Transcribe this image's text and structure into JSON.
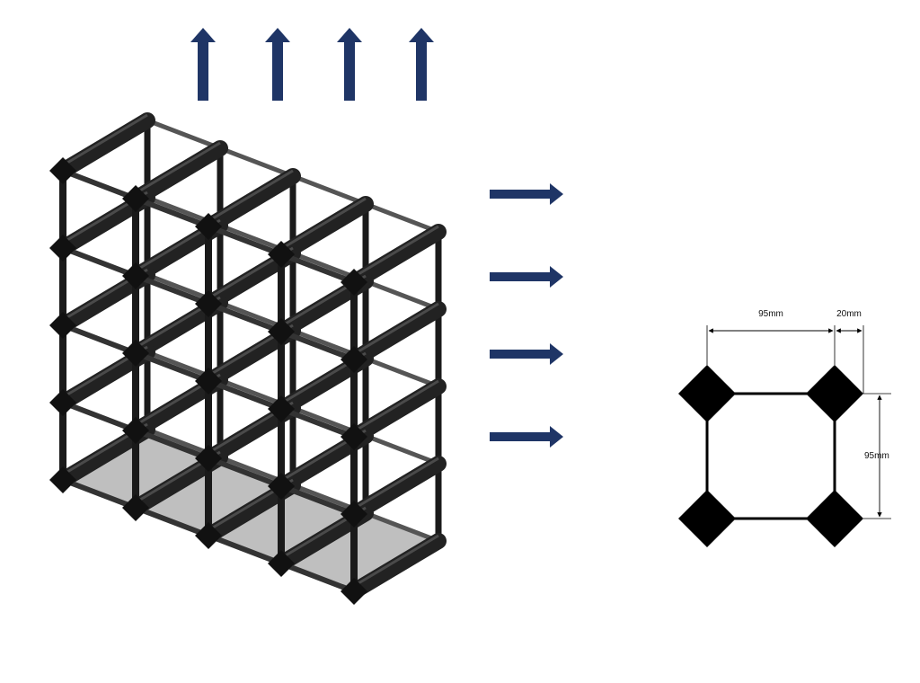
{
  "colors": {
    "arrow": "#1f3566",
    "rack_bar": "#222222",
    "rack_post": "#1a1a1a",
    "rack_base": "#8a8a8a",
    "diagram_line": "#000000"
  },
  "icons": {
    "up_arrows": [
      "arrow-up-icon",
      "arrow-up-icon",
      "arrow-up-icon",
      "arrow-up-icon"
    ],
    "right_arrows": [
      "arrow-right-icon",
      "arrow-right-icon",
      "arrow-right-icon",
      "arrow-right-icon"
    ]
  },
  "rack": {
    "columns": 4,
    "rows": 4
  },
  "dimensions": {
    "width_label": "95mm",
    "corner_label": "20mm",
    "height_label": "95mm"
  }
}
